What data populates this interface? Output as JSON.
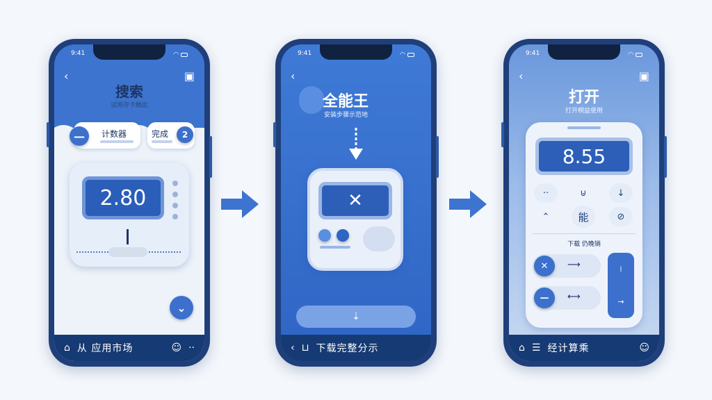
{
  "colors": {
    "primary": "#3d74cf",
    "dark": "#163a73",
    "frame": "#1f3f7a",
    "light": "#eef3fa"
  },
  "flow_arrows": [
    "arrow-right",
    "arrow-right"
  ],
  "screens": [
    {
      "status_time": "9:41",
      "title": "搜索",
      "subtitle": "试用存卡触此",
      "search_label": "计数器",
      "done_label": "完成",
      "step_badge": "2",
      "display_value": "2.80",
      "bottom_title": "从 应用市场",
      "icons": [
        "back-icon",
        "calendar-icon",
        "minus-icon",
        "down-chevron-icon",
        "home-icon",
        "face-icon",
        "more-icon"
      ]
    },
    {
      "status_time": "9:41",
      "title": "全能王",
      "subtitle": "安装步骤示范地",
      "display_value": "✕",
      "bottom_title": "下载完整分示",
      "icons": [
        "back-icon",
        "download-arrow-icon",
        "close-icon",
        "download-icon",
        "app-icon"
      ]
    },
    {
      "status_time": "9:41",
      "title": "打开",
      "subtitle": "打开桐益使用",
      "display_value": "8.55",
      "key_main": "能",
      "section_label": "下载  仍晚销",
      "bottom_title": "经计算乘",
      "icons": [
        "back-icon",
        "calendar-icon",
        "home-icon",
        "list-icon",
        "face-icon",
        "close-icon",
        "minus-icon",
        "arrow-right-icon"
      ]
    }
  ]
}
